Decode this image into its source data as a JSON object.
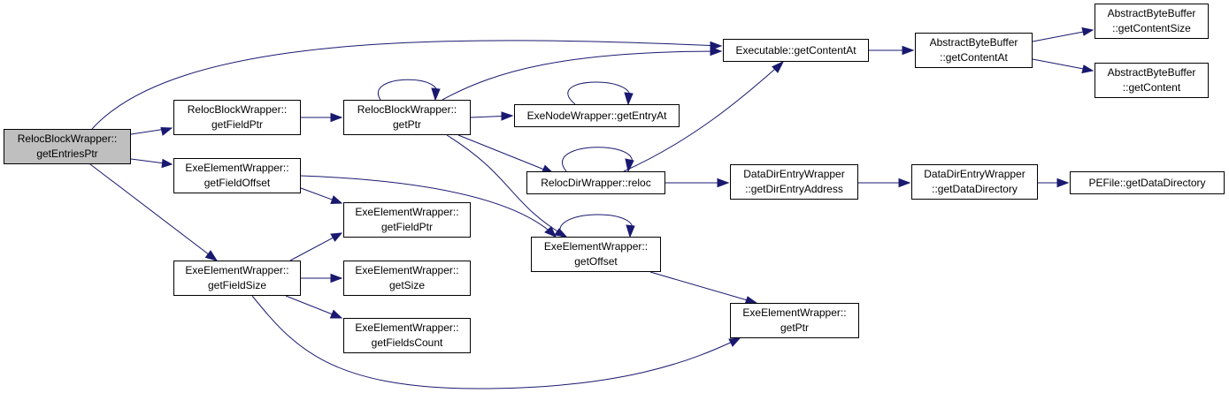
{
  "colors": {
    "edge": "#191970",
    "root_fill": "#bfbfbf",
    "node_fill": "#ffffff",
    "border": "#000000"
  },
  "nodes": {
    "getEntriesPtr": {
      "line1": "RelocBlockWrapper::",
      "line2": "getEntriesPtr"
    },
    "rbwGetFieldPtr": {
      "line1": "RelocBlockWrapper::",
      "line2": "getFieldPtr"
    },
    "rbwGetPtr": {
      "line1": "RelocBlockWrapper::",
      "line2": "getPtr"
    },
    "exeGetContentAt": {
      "line1": "Executable::getContentAt"
    },
    "abbGetContentAt": {
      "line1": "AbstractByteBuffer",
      "line2": "::getContentAt"
    },
    "abbGetContentSize": {
      "line1": "AbstractByteBuffer",
      "line2": "::getContentSize"
    },
    "abbGetContent": {
      "line1": "AbstractByteBuffer",
      "line2": "::getContent"
    },
    "exeNodeGetEntryAt": {
      "line1": "ExeNodeWrapper::getEntryAt"
    },
    "relocDirReloc": {
      "line1": "RelocDirWrapper::reloc"
    },
    "ddewGetDirEntryAddress": {
      "line1": "DataDirEntryWrapper",
      "line2": "::getDirEntryAddress"
    },
    "ddewGetDataDirectory": {
      "line1": "DataDirEntryWrapper",
      "line2": "::getDataDirectory"
    },
    "peGetDataDirectory": {
      "line1": "PEFile::getDataDirectory"
    },
    "eewGetFieldOffset": {
      "line1": "ExeElementWrapper::",
      "line2": "getFieldOffset"
    },
    "eewGetFieldPtr": {
      "line1": "ExeElementWrapper::",
      "line2": "getFieldPtr"
    },
    "eewGetOffset": {
      "line1": "ExeElementWrapper::",
      "line2": "getOffset"
    },
    "eewGetFieldSize": {
      "line1": "ExeElementWrapper::",
      "line2": "getFieldSize"
    },
    "eewGetSize": {
      "line1": "ExeElementWrapper::",
      "line2": "getSize"
    },
    "eewGetFieldsCount": {
      "line1": "ExeElementWrapper::",
      "line2": "getFieldsCount"
    },
    "eewGetPtr": {
      "line1": "ExeElementWrapper::",
      "line2": "getPtr"
    }
  }
}
